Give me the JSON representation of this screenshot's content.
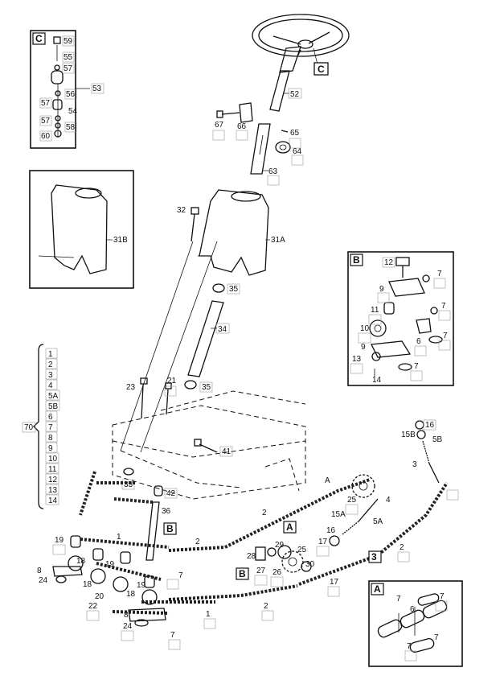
{
  "insets": {
    "C": {
      "letter": "C",
      "parts": [
        "59",
        "55",
        "57",
        "56",
        "57",
        "54",
        "57",
        "58",
        "60",
        "53"
      ]
    },
    "B31": {
      "label": "31B"
    },
    "B": {
      "letter": "B",
      "parts": [
        "12",
        "7",
        "9",
        "7",
        "11",
        "10",
        "7",
        "9",
        "6",
        "13",
        "7",
        "14"
      ]
    },
    "A": {
      "letter": "A",
      "parts": [
        "7",
        "7",
        "6",
        "7",
        "7"
      ]
    }
  },
  "steering": {
    "c_marker": "C",
    "labels": [
      "52",
      "67",
      "66",
      "65",
      "64",
      "63",
      "32",
      "31A",
      "35",
      "34",
      "23",
      "21",
      "35",
      "41",
      "33",
      "42",
      "36"
    ]
  },
  "kit_bracket": {
    "label": "70",
    "items": [
      "1",
      "2",
      "3",
      "4",
      "5A",
      "5B",
      "6",
      "7",
      "8",
      "9",
      "10",
      "11",
      "12",
      "13",
      "14"
    ]
  },
  "lower": {
    "labels": [
      "19",
      "18",
      "8",
      "24",
      "20",
      "22",
      "19",
      "18",
      "19",
      "18",
      "7",
      "8",
      "24",
      "7",
      "1",
      "2",
      "B",
      "B",
      "1",
      "2",
      "28",
      "27",
      "26",
      "29",
      "25",
      "30",
      "17",
      "16",
      "15A",
      "25",
      "5A",
      "4",
      "2",
      "A",
      "A",
      "3",
      "2",
      "17",
      "16",
      "15B",
      "5B",
      "3"
    ]
  }
}
